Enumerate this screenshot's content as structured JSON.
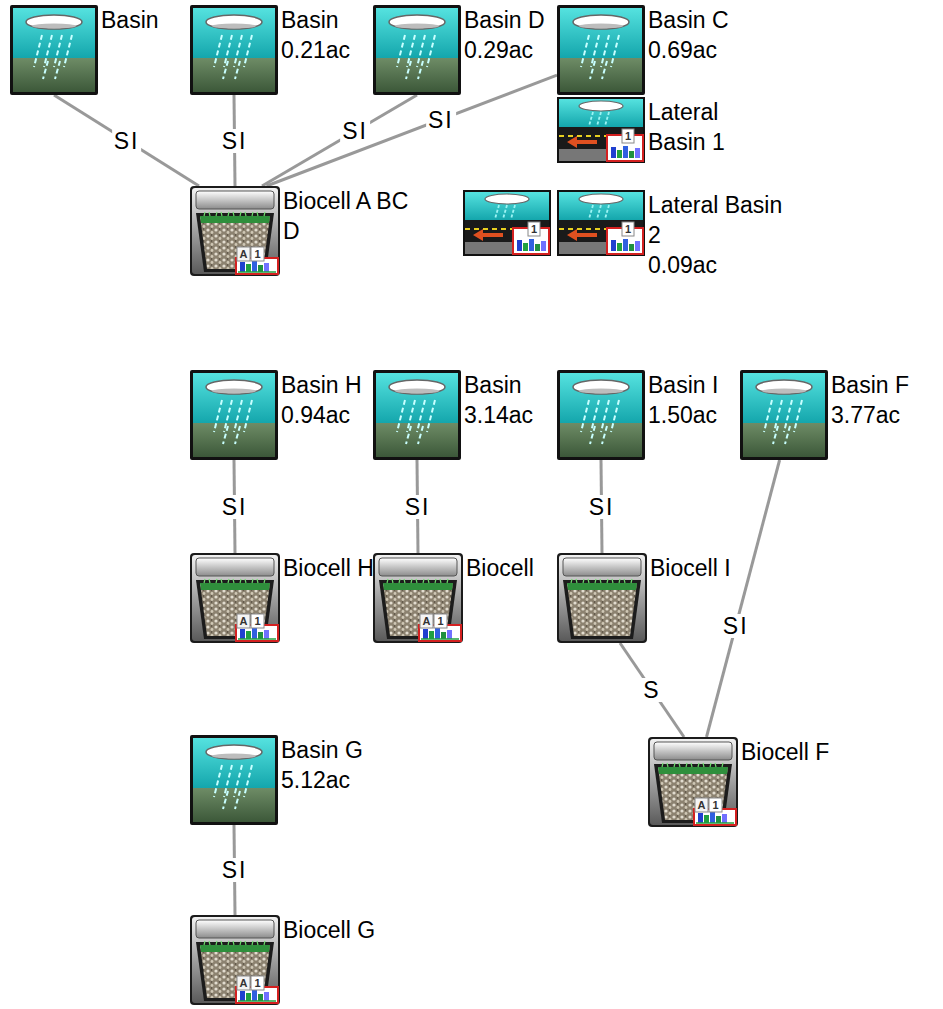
{
  "diagram": {
    "nodes": [
      {
        "text": [
          "Basin"
        ]
      },
      {
        "text": [
          "Basin",
          "0.21ac"
        ]
      },
      {
        "text": [
          "Basin D",
          "0.29ac"
        ]
      },
      {
        "text": [
          "Basin C",
          "0.69ac"
        ]
      },
      {
        "text": [
          "Lateral Basin 1"
        ]
      },
      {
        "text": [
          "Biocell A BC D"
        ]
      },
      {
        "text": [
          "Lateral Basin 2",
          "0.09ac"
        ]
      },
      {
        "text": [
          "Basin H",
          "0.94ac"
        ]
      },
      {
        "text": [
          "Basin",
          "3.14ac"
        ]
      },
      {
        "text": [
          "Basin I",
          "1.50ac"
        ]
      },
      {
        "text": [
          "Basin F",
          "3.77ac"
        ]
      },
      {
        "text": [
          "Biocell H"
        ]
      },
      {
        "text": [
          "Biocell"
        ]
      },
      {
        "text": [
          "Biocell I"
        ]
      },
      {
        "text": [
          "Basin G",
          "5.12ac"
        ]
      },
      {
        "text": [
          "Biocell F"
        ]
      },
      {
        "text": [
          "Biocell G"
        ]
      }
    ],
    "edges": [
      {
        "from": 0,
        "to": 5,
        "arrow": "none",
        "label": "SI"
      },
      {
        "from": 1,
        "to": 5,
        "arrow": "none",
        "label": "SI"
      },
      {
        "from": 2,
        "to": 5,
        "arrow": "none",
        "label": "SI"
      },
      {
        "from": 3,
        "to": 5,
        "arrow": "none",
        "label": "SI"
      },
      {
        "from": 7,
        "to": 11,
        "arrow": "none",
        "label": "SI"
      },
      {
        "from": 8,
        "to": 12,
        "arrow": "none",
        "label": "SI"
      },
      {
        "from": 9,
        "to": 13,
        "arrow": "none",
        "label": "SI"
      },
      {
        "from": 13,
        "to": 15,
        "arrow": "none",
        "label": "S"
      },
      {
        "from": 10,
        "to": 15,
        "arrow": "none",
        "label": "SI"
      },
      {
        "from": 14,
        "to": 16,
        "arrow": "none",
        "label": "SI"
      }
    ],
    "labels": [
      "1",
      "1",
      "1",
      "A",
      "1",
      "A",
      "1",
      "A",
      "1",
      "A",
      "1",
      "A",
      "1"
    ]
  }
}
